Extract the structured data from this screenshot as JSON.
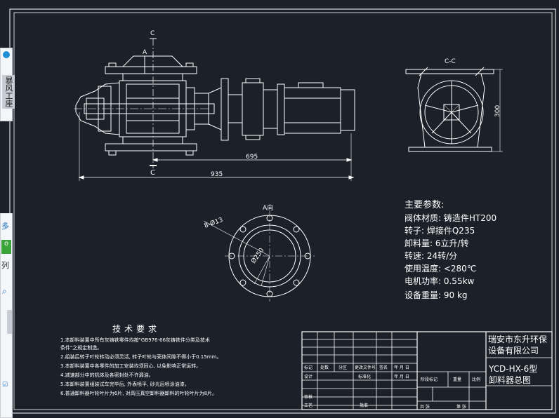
{
  "left_panel": {
    "tab_text": "暴风工座",
    "more_text": "多",
    "print_text": "列",
    "green_button": "o"
  },
  "drawing": {
    "section_c_top": "C",
    "section_c_bottom": "C",
    "label_a_top": "A",
    "dim_695": "695",
    "dim_935": "935",
    "section_title": "C-C",
    "dim_300": "300",
    "view_a_title": "A向",
    "hole_label": "8-Ø13",
    "circle_label": "Ø250"
  },
  "params": {
    "title": "主要参数:",
    "lines": [
      "阀体材质: 铸造件HT200",
      "转子: 焊接件Q235",
      "卸料量: 6立升/转",
      "转速: 24转/分",
      "使用温度: <280℃",
      "电机功率: 0.55kw",
      "设备重量: 90 kg"
    ]
  },
  "tech": {
    "title": "技术要求",
    "lines": [
      "1.本卸料装置中所有灰铸铁零件均按\"GB976-66灰铸铁件分类及技术",
      "  条件\"之规定制造。",
      "2.组装后转子叶轮转动必须灵活, 转子叶轮与壳体间隙不得小于0.15mm。",
      "3.本卸料装置中各零件的加工安装均须同心, 以免影响正常运转。",
      "4.减速部分中的机体及各密封处不许漏油。",
      "5.本卸料装置组装试车完毕后, 外表喷平, 砂光后喷涂油漆。",
      "6.普通卸料器叶轮叶片为6片, 对高压真空卸料器卸料的叶轮叶片为8片。"
    ]
  },
  "title_block": {
    "company": "瑞安市东升环保设备有限公司",
    "company_l1": "瑞安市东升环保",
    "company_l2": "设备有限公司",
    "drawing_name_l1": "YCD-HX-6型",
    "drawing_name_l2": "卸料器总图",
    "c_mark": "标记",
    "c_count": "处数",
    "c_zone": "分区",
    "c_change": "更改文件号",
    "c_sign": "签名",
    "c_date": "年 月 日",
    "c_design": "设计",
    "c_std": "标准化",
    "c_stage": "阶段标记",
    "c_weight": "重量",
    "c_scale": "比例",
    "c_review": "审核",
    "c_process": "工艺",
    "c_approve": "批准",
    "c_total": "共  张",
    "c_sheet": "第  张"
  }
}
